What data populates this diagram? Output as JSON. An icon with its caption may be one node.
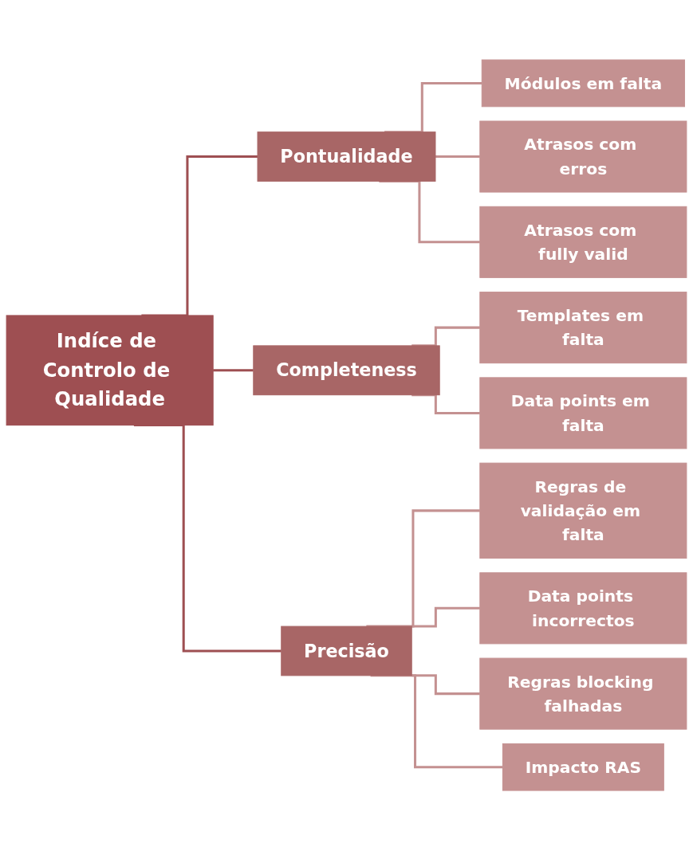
{
  "diagram": {
    "nodes": [
      {
        "text": [
          "Indíce de Controlo de Qualidade"
        ]
      },
      {
        "text": [
          "Pontualidade"
        ]
      },
      {
        "text": [
          "Módulos em falta"
        ]
      },
      {
        "text": [
          "Atrasos com erros"
        ]
      },
      {
        "text": [
          "Atrasos com fully valid"
        ]
      },
      {
        "text": [
          "Completeness"
        ]
      },
      {
        "text": [
          "Templates em falta"
        ]
      },
      {
        "text": [
          "Data points em falta"
        ]
      },
      {
        "text": [
          "Precisão"
        ]
      },
      {
        "text": [
          "Regras de validação em falta"
        ]
      },
      {
        "text": [
          "Data points incorrectos"
        ]
      },
      {
        "text": [
          "Regras blocking falhadas"
        ]
      },
      {
        "text": [
          "Impacto RAS"
        ]
      }
    ],
    "edges": [
      {
        "from": 0,
        "to": 1,
        "arrow": "none"
      },
      {
        "from": 1,
        "to": 2,
        "arrow": "none"
      },
      {
        "from": 1,
        "to": 3,
        "arrow": "none"
      },
      {
        "from": 1,
        "to": 4,
        "arrow": "none"
      },
      {
        "from": 0,
        "to": 5,
        "arrow": "none"
      },
      {
        "from": 5,
        "to": 6,
        "arrow": "none"
      },
      {
        "from": 5,
        "to": 7,
        "arrow": "none"
      },
      {
        "from": 0,
        "to": 8,
        "arrow": "none"
      },
      {
        "from": 8,
        "to": 9,
        "arrow": "none"
      },
      {
        "from": 8,
        "to": 10,
        "arrow": "none"
      },
      {
        "from": 8,
        "to": 11,
        "arrow": "none"
      },
      {
        "from": 8,
        "to": 12,
        "arrow": "none"
      }
    ]
  }
}
